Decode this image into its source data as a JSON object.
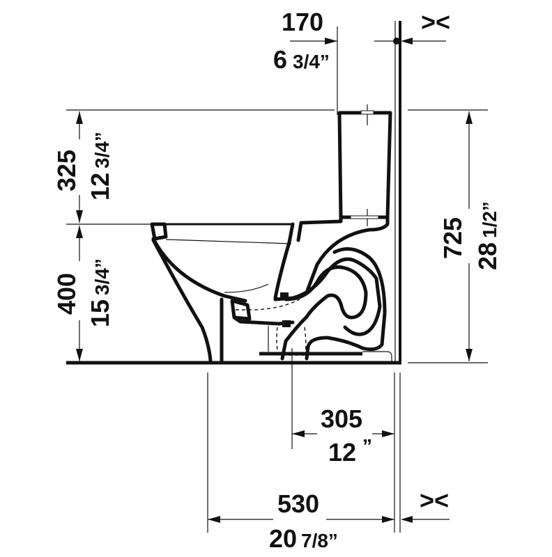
{
  "diagram": {
    "subject": "one-piece toilet side elevation with dimensions",
    "colors": {
      "line": "#111111",
      "background": "#ffffff"
    },
    "dimensions": {
      "tank_offset": {
        "mm": "170",
        "inch_whole": "6",
        "inch_frac": "3/4”"
      },
      "tank_height_above_seat": {
        "mm": "325",
        "inch_whole": "12",
        "inch_frac": "3/4”"
      },
      "seat_height": {
        "mm": "400",
        "inch_whole": "15",
        "inch_frac": "3/4”"
      },
      "total_height": {
        "mm": "725",
        "inch_whole": "28",
        "inch_frac": "1/2”"
      },
      "rough_in": {
        "mm": "305",
        "inch_whole": "12",
        "inch_frac": "”"
      },
      "total_depth": {
        "mm": "530",
        "inch_whole": "20",
        "inch_frac": "7/8”"
      }
    },
    "markers": {
      "top_x_mark": "><",
      "bottom_x_mark": "><"
    }
  }
}
